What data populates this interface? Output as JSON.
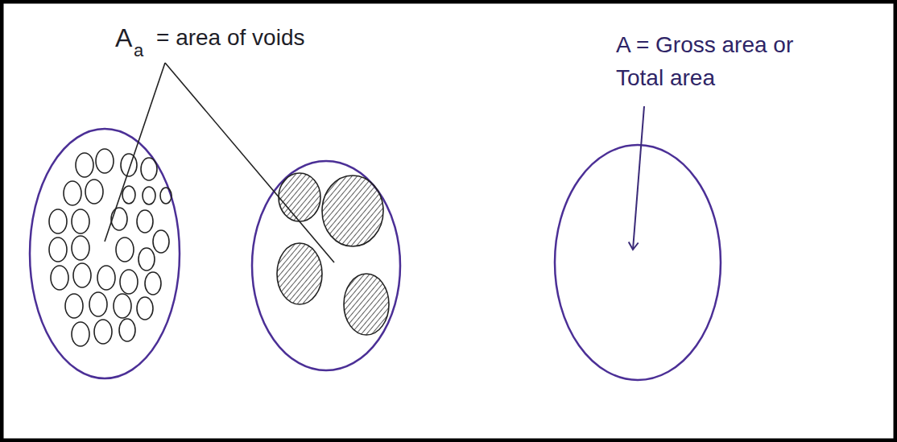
{
  "diagram": {
    "labels": [
      "A",
      "a",
      "= area of voids",
      "A = Gross area or Total area"
    ]
  }
}
